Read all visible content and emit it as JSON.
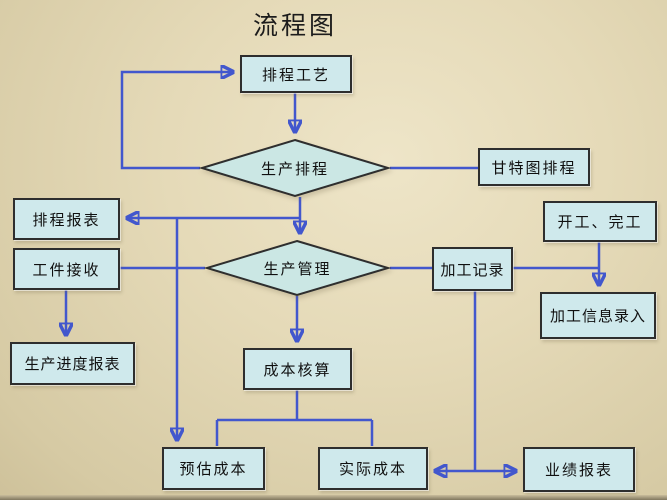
{
  "title": "流程图",
  "colors": {
    "node_fill": "#cfe9ec",
    "node_border": "#2e2e2e",
    "connector": "#4257cd",
    "background": "#e5dab8"
  },
  "nodes": [
    {
      "id": "scheduling-process",
      "label": "排程工艺",
      "shape": "rect"
    },
    {
      "id": "production-scheduling",
      "label": "生产排程",
      "shape": "diamond"
    },
    {
      "id": "gantt-chart-scheduling",
      "label": "甘特图排程",
      "shape": "rect"
    },
    {
      "id": "scheduling-report",
      "label": "排程报表",
      "shape": "rect"
    },
    {
      "id": "workpiece-receiving",
      "label": "工件接收",
      "shape": "rect"
    },
    {
      "id": "production-management",
      "label": "生产管理",
      "shape": "diamond"
    },
    {
      "id": "processing-record",
      "label": "加工记录",
      "shape": "rect"
    },
    {
      "id": "start-finish",
      "label": "开工、完工",
      "shape": "rect"
    },
    {
      "id": "processing-info-entry",
      "label": "加工信息录入",
      "shape": "rect"
    },
    {
      "id": "production-progress-report",
      "label": "生产进度报表",
      "shape": "rect"
    },
    {
      "id": "cost-accounting",
      "label": "成本核算",
      "shape": "rect"
    },
    {
      "id": "estimated-cost",
      "label": "预估成本",
      "shape": "rect"
    },
    {
      "id": "actual-cost",
      "label": "实际成本",
      "shape": "rect"
    },
    {
      "id": "performance-report",
      "label": "业绩报表",
      "shape": "rect"
    }
  ],
  "edges": [
    {
      "from": "production-scheduling",
      "to": "scheduling-process",
      "arrow": true
    },
    {
      "from": "scheduling-process",
      "to": "production-scheduling",
      "arrow": true
    },
    {
      "from": "production-scheduling",
      "to": "gantt-chart-scheduling",
      "arrow": false
    },
    {
      "from": "production-scheduling",
      "to": "production-management",
      "arrow": true
    },
    {
      "from": "production-scheduling",
      "to": "scheduling-report",
      "arrow": true
    },
    {
      "from": "production-scheduling",
      "to": "estimated-cost",
      "arrow": true
    },
    {
      "from": "workpiece-receiving",
      "to": "production-management",
      "arrow": false
    },
    {
      "from": "workpiece-receiving",
      "to": "production-progress-report",
      "arrow": true
    },
    {
      "from": "production-management",
      "to": "processing-record",
      "arrow": false
    },
    {
      "from": "production-management",
      "to": "cost-accounting",
      "arrow": true
    },
    {
      "from": "cost-accounting",
      "to": "estimated-cost",
      "arrow": false
    },
    {
      "from": "cost-accounting",
      "to": "actual-cost",
      "arrow": false
    },
    {
      "from": "processing-record",
      "to": "start-finish-junction",
      "arrow": false
    },
    {
      "from": "start-finish",
      "to": "processing-info-entry",
      "arrow": true
    },
    {
      "from": "processing-record",
      "to": "actual-cost",
      "arrow": true
    },
    {
      "from": "processing-record",
      "to": "performance-report",
      "arrow": true
    }
  ]
}
